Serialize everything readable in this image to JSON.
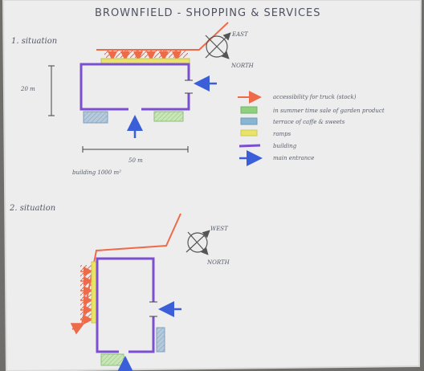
{
  "title": "BROWNFIELD - SHOPPING & SERVICES",
  "situation1": {
    "heading": "1. situation",
    "dim_height": "20 m",
    "dim_width": "50 m",
    "building_area": "building 1000 m²",
    "compass": {
      "top": "EAST",
      "bottom": "NORTH"
    }
  },
  "situation2": {
    "heading": "2. situation",
    "compass": {
      "top": "WEST",
      "bottom": "NORTH"
    }
  },
  "legend": [
    {
      "label": "accessibility for truck (stock)",
      "color": "#ee6b4a",
      "kind": "arrow"
    },
    {
      "label": "in summer time sale of garden product",
      "color": "#8fd07e",
      "kind": "box"
    },
    {
      "label": "terrace of caffe & sweets",
      "color": "#8ab5d2",
      "kind": "box"
    },
    {
      "label": "ramps",
      "color": "#e9e36a",
      "kind": "box"
    },
    {
      "label": "building",
      "color": "#7b4fd0",
      "kind": "line"
    },
    {
      "label": "main entrance",
      "color": "#3a5fd8",
      "kind": "arrow"
    }
  ]
}
